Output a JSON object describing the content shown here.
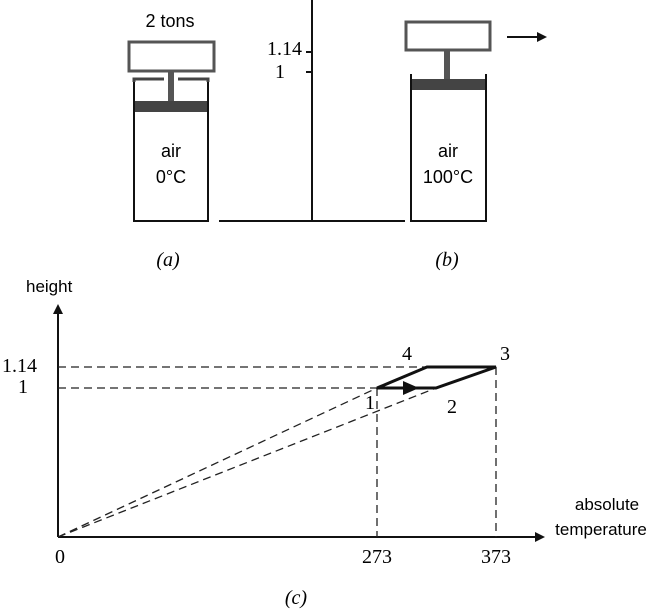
{
  "panel_a": {
    "weight_label": "2 tons",
    "gas_label": "air",
    "temp_label": "0°C",
    "caption": "(a)"
  },
  "panel_b": {
    "gas_label": "air",
    "temp_label": "100°C",
    "caption": "(b)"
  },
  "scale": {
    "tick_high": "1.14",
    "tick_low": "1"
  },
  "panel_c": {
    "y_axis_label": "height",
    "x_axis_label_line1": "absolute",
    "x_axis_label_line2": "temperature",
    "origin_label": "0",
    "y_tick_high": "1.14",
    "y_tick_low": "1",
    "x_tick_low": "273",
    "x_tick_high": "373",
    "point_1": "1",
    "point_2": "2",
    "point_3": "3",
    "point_4": "4",
    "caption": "(c)"
  },
  "colors": {
    "piston": "#444444",
    "weight": "#555555",
    "line": "#111111"
  }
}
